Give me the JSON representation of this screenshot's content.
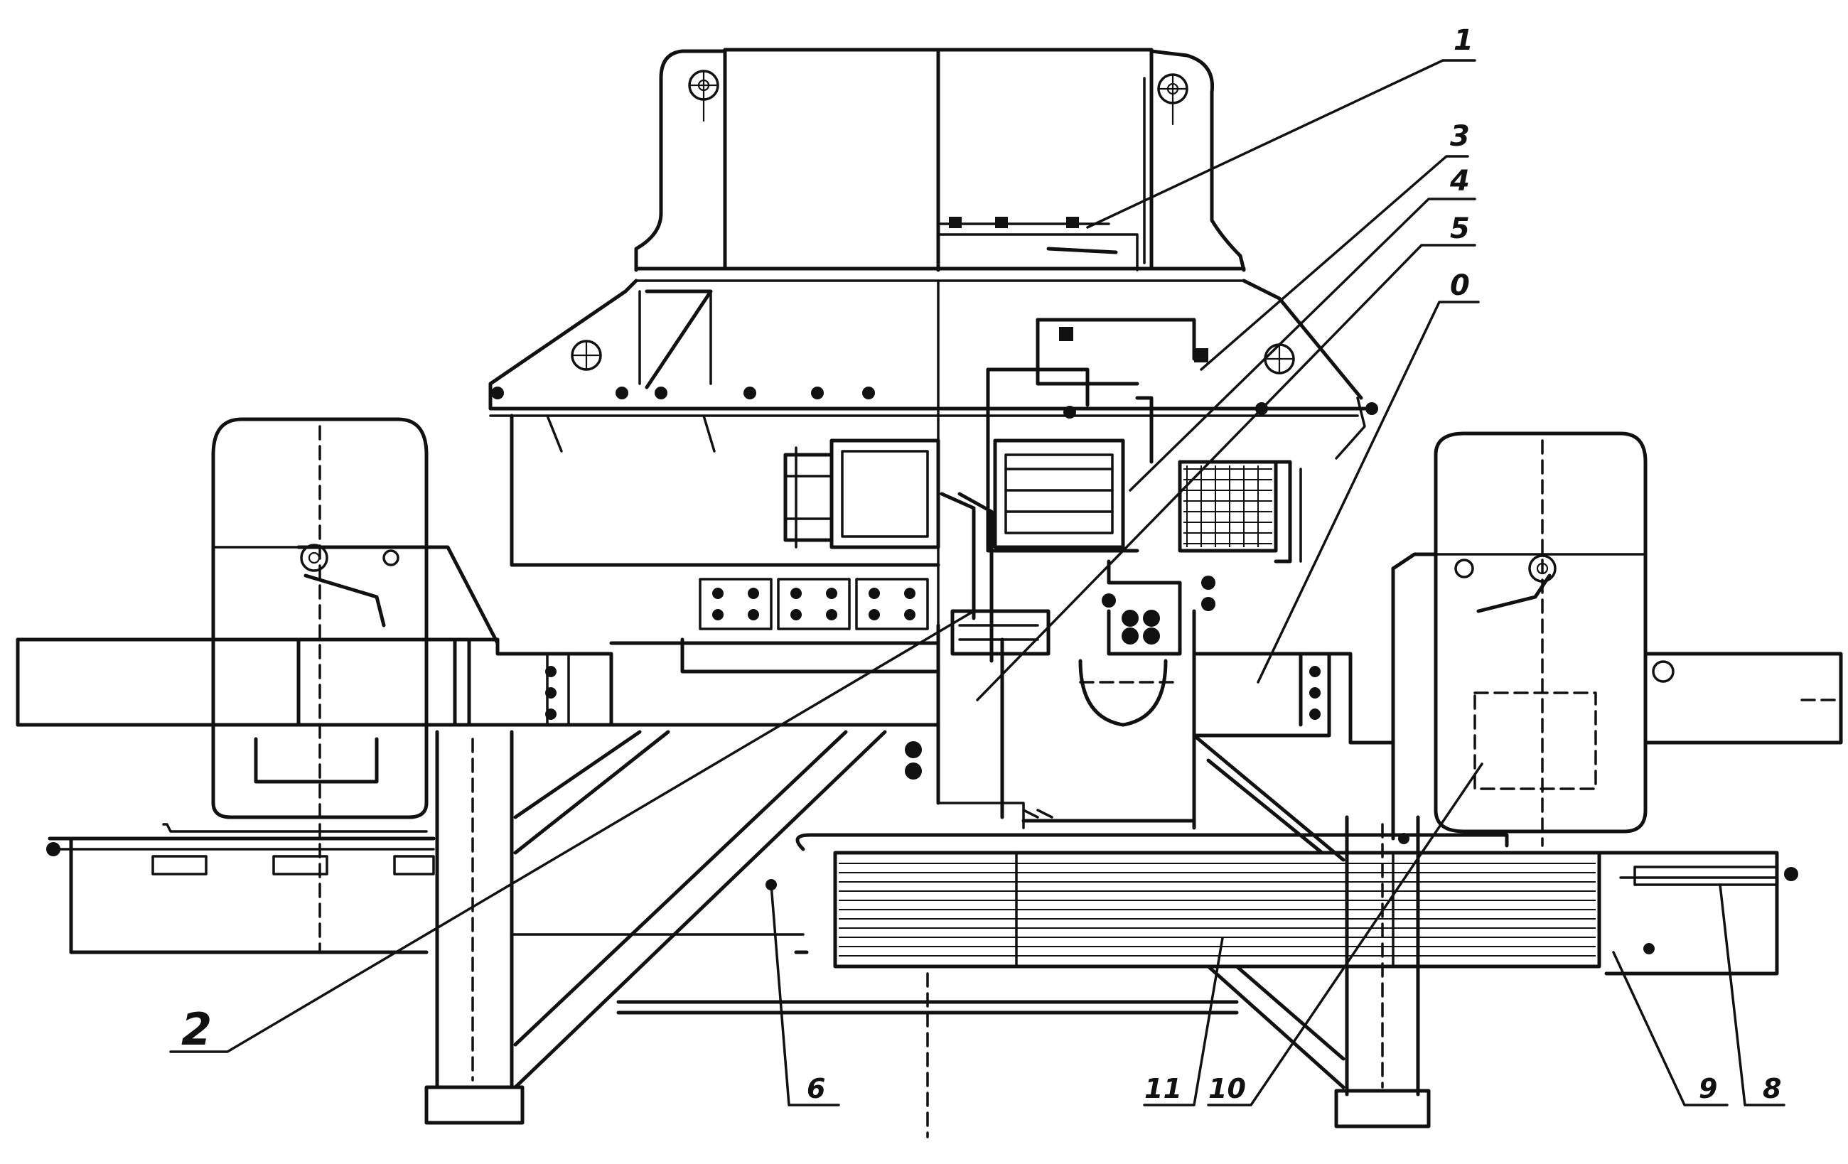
{
  "callouts": [
    {
      "id": "c1",
      "label": "1"
    },
    {
      "id": "c2",
      "label": "2"
    },
    {
      "id": "c3",
      "label": "3"
    },
    {
      "id": "c4",
      "label": "4"
    },
    {
      "id": "c5",
      "label": "5"
    },
    {
      "id": "c0",
      "label": "0"
    },
    {
      "id": "c6",
      "label": "6"
    },
    {
      "id": "c11",
      "label": "11"
    },
    {
      "id": "c10",
      "label": "10"
    },
    {
      "id": "c9",
      "label": "9"
    },
    {
      "id": "c8",
      "label": "8"
    }
  ],
  "colors": {
    "ink": "#111111",
    "paper": "#ffffff"
  }
}
